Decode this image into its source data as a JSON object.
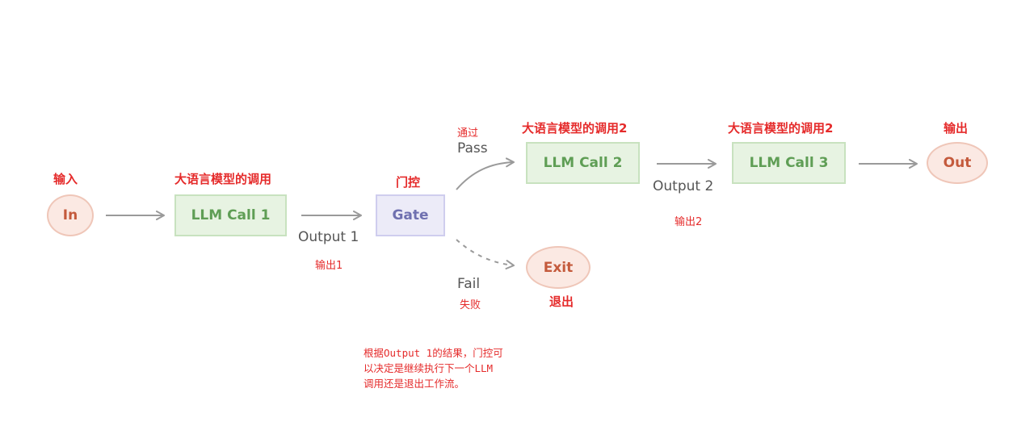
{
  "nodes": {
    "in": {
      "label": "In",
      "cn": "输入"
    },
    "llm1": {
      "label": "LLM Call 1",
      "cn": "大语言模型的调用"
    },
    "gate": {
      "label": "Gate",
      "cn": "门控"
    },
    "llm2": {
      "label": "LLM Call 2",
      "cn": "大语言模型的调用2"
    },
    "llm3": {
      "label": "LLM Call 3",
      "cn": "大语言模型的调用2"
    },
    "out": {
      "label": "Out",
      "cn": "输出"
    },
    "exit": {
      "label": "Exit",
      "cn": "退出"
    }
  },
  "edges": {
    "output1": {
      "label": "Output 1",
      "cn": "输出1"
    },
    "output2": {
      "label": "Output 2",
      "cn": "输出2"
    },
    "pass": {
      "label": "Pass",
      "cn": "通过"
    },
    "fail": {
      "label": "Fail",
      "cn": "失败"
    }
  },
  "note": "根据Output 1的结果，门控可\n以决定是继续执行下一个LLM\n调用还是退出工作流。",
  "colors": {
    "annotation_red": "#e52b2b",
    "terminal_fill": "#fbe9e3",
    "terminal_text": "#c45a3c",
    "llm_fill": "#e7f3e2",
    "llm_text": "#5f9e55",
    "gate_fill": "#ecebf8",
    "gate_text": "#6f70b0",
    "arrow": "#9a9a9a"
  }
}
